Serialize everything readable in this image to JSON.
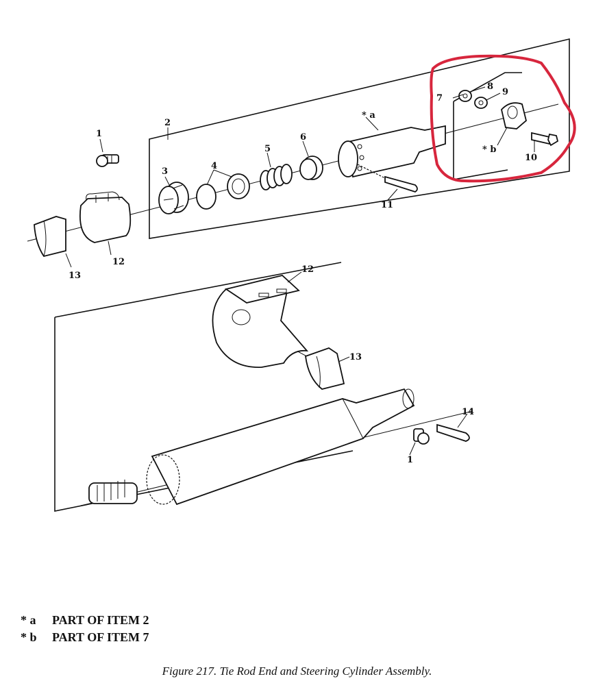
{
  "callouts": {
    "c1_top": "1",
    "c2": "2",
    "c3": "3",
    "c4": "4",
    "c5": "5",
    "c6": "6",
    "c7": "7",
    "c8": "8",
    "c9": "9",
    "c10": "10",
    "c11": "11",
    "c12_top": "12",
    "c13_top": "13",
    "c12_lower": "12",
    "c13_lower": "13",
    "c14": "14",
    "c1_lower": "1",
    "ca": "* a",
    "cb": "* b"
  },
  "notes": [
    {
      "marker": "* a",
      "text": "PART OF ITEM 2"
    },
    {
      "marker": "* b",
      "text": "PART OF ITEM 7"
    }
  ],
  "caption": "Figure 217.  Tie Rod End and Steering Cylinder Assembly.",
  "highlight": {
    "color": "#d7263d",
    "encloses": "items 7, 8, 9, 10 and * b"
  }
}
